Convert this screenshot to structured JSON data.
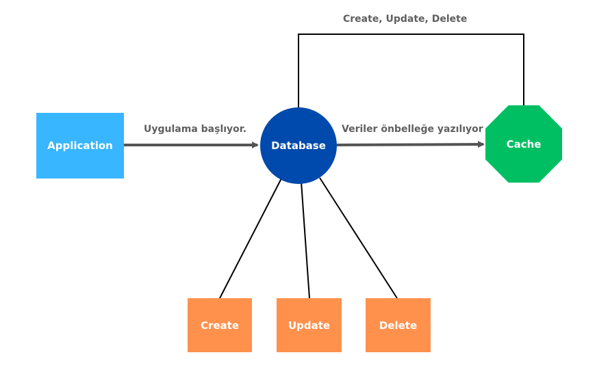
{
  "nodes": {
    "application": {
      "label": "Application",
      "color": "#38b6ff"
    },
    "database": {
      "label": "Database",
      "color": "#004aad"
    },
    "cache": {
      "label": "Cache",
      "color": "#00bf63"
    },
    "create": {
      "label": "Create",
      "color": "#ff914d"
    },
    "update": {
      "label": "Update",
      "color": "#ff914d"
    },
    "delete": {
      "label": "Delete",
      "color": "#ff914d"
    }
  },
  "edges": {
    "app_to_db": {
      "label": "Uygulama başlıyor."
    },
    "db_to_cache": {
      "label": "Veriler önbelleğe yazılıyor"
    },
    "db_cache_loop": {
      "label": "Create, Update, Delete"
    }
  },
  "colors": {
    "arrow": "#545454",
    "line": "#000000",
    "label_text": "#5f5f5f"
  }
}
